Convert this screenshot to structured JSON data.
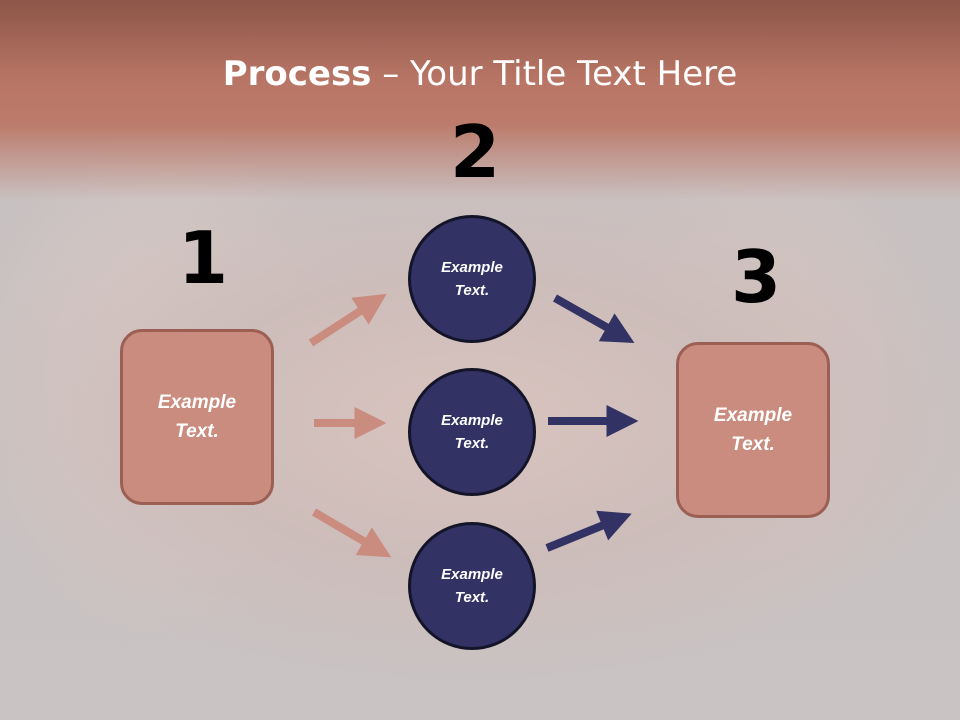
{
  "title": {
    "bold": "Process",
    "rest": " – Your Title Text Here"
  },
  "steps": [
    {
      "number": "1",
      "text": "Example Text."
    },
    {
      "number": "2",
      "items": [
        "Example Text.",
        "Example Text.",
        "Example Text."
      ]
    },
    {
      "number": "3",
      "text": "Example Text."
    }
  ],
  "colors": {
    "box_fill": "#c98c7e",
    "circle_fill": "#333265",
    "left_arrow": "#c98c7e",
    "right_arrow": "#333265"
  }
}
